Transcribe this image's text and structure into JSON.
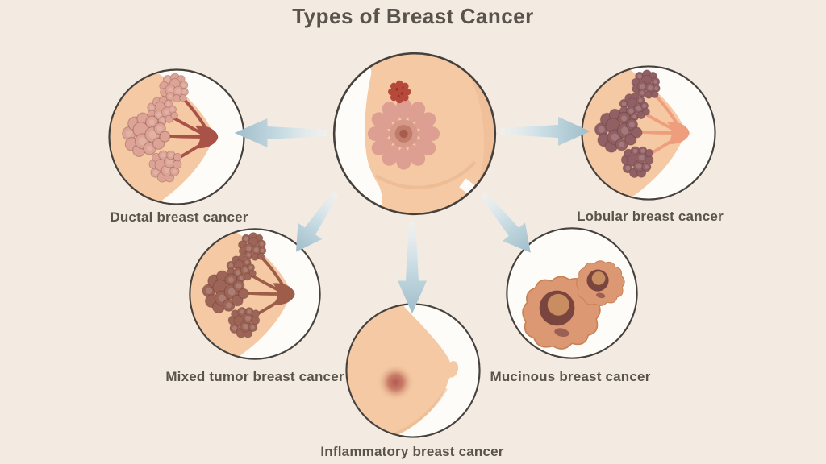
{
  "title": "Types of Breast Cancer",
  "labels": {
    "ductal": "Ductal breast cancer",
    "lobular": "Lobular breast cancer",
    "mixed": "Mixed tumor breast cancer",
    "inflammatory": "Inflammatory breast cancer",
    "mucinous": "Mucinous breast cancer"
  },
  "colors": {
    "bg": "#f3eae1",
    "title_text": "#59534d",
    "label_text": "#59534d",
    "circle_outline": "#46413d",
    "circle_fill": "#fdfcf9",
    "skin": "#f4c9a3",
    "skin_shadow": "#e9b58c",
    "arrow_head": "#9fbdca",
    "arrow_tail": "#eef4f6",
    "ductal_lobule": "#dda396",
    "ductal_duct": "#a85248",
    "lobular_lobule": "#916065",
    "lobular_duct": "#ee9e7d",
    "mixed_lobule": "#9d6557",
    "mixed_duct": "#9e5d49",
    "petal": "#dd9f92",
    "petal_stem": "#c98b78",
    "areola_outer": "#d79a8a",
    "areola_mid": "#c07d6a",
    "areola_center": "#a75c4f",
    "tumor": "#b5493c",
    "tumor_speckle": "#992f23",
    "inflamed": "#b25a54",
    "mucinous_fill": "#db9873",
    "mucinous_edge": "#c98256",
    "mucinous_ring": "#7a453f",
    "mucinous_core": "#c88d61",
    "mucinous_spot": "#9a5f55"
  }
}
